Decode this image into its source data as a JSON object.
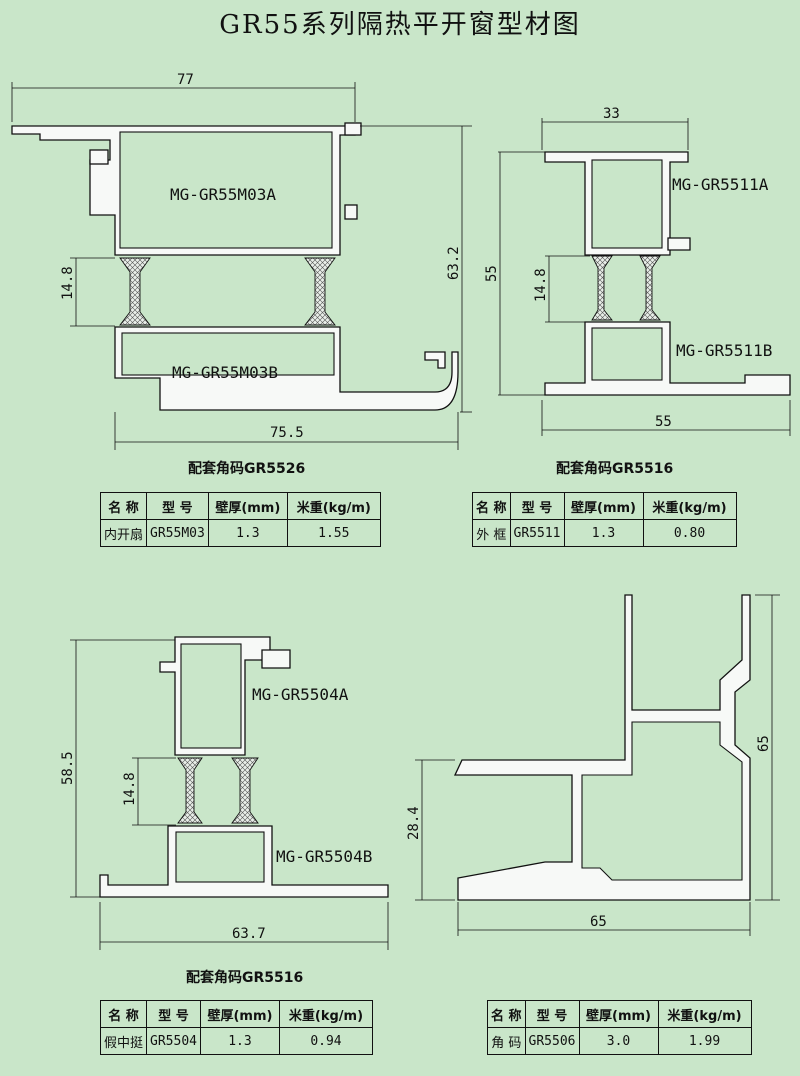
{
  "title": "GR55系列隔热平开窗型材图",
  "table_headers": [
    "名 称",
    "型 号",
    "壁厚(mm)",
    "米重(kg/m)"
  ],
  "sections": [
    {
      "labels": [
        "MG-GR55M03A",
        "MG-GR55M03B"
      ],
      "dims": {
        "top_width": "77",
        "bottom_width": "75.5",
        "height": "63.2",
        "strip": "14.8"
      },
      "caption": "配套角码GR5526",
      "row": {
        "name": "内开扇",
        "model": "GR55M03",
        "wall": "1.3",
        "weight": "1.55"
      }
    },
    {
      "labels": [
        "MG-GR5511A",
        "MG-GR5511B"
      ],
      "dims": {
        "top_width": "33",
        "bottom_width": "55",
        "height": "55",
        "strip": "14.8"
      },
      "caption": "配套角码GR5516",
      "row": {
        "name": "外 框",
        "model": "GR5511",
        "wall": "1.3",
        "weight": "0.80"
      }
    },
    {
      "labels": [
        "MG-GR5504A",
        "MG-GR5504B"
      ],
      "dims": {
        "bottom_width": "63.7",
        "height": "58.5",
        "strip": "14.8"
      },
      "caption": "配套角码GR5516",
      "row": {
        "name": "假中挺",
        "model": "GR5504",
        "wall": "1.3",
        "weight": "0.94"
      }
    },
    {
      "dims": {
        "bottom_width": "65",
        "height": "65",
        "inner_height": "28.4"
      },
      "row": {
        "name": "角 码",
        "model": "GR5506",
        "wall": "3.0",
        "weight": "1.99"
      }
    }
  ]
}
